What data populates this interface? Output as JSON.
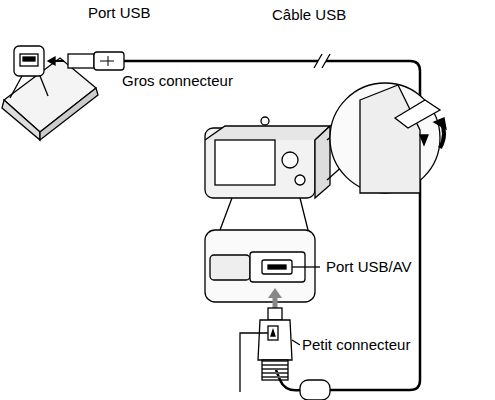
{
  "diagram": {
    "labels": [
      "Port USB",
      "Câble USB",
      "Gros connecteur",
      "Port USB/AV",
      "Petit connecteur"
    ]
  }
}
